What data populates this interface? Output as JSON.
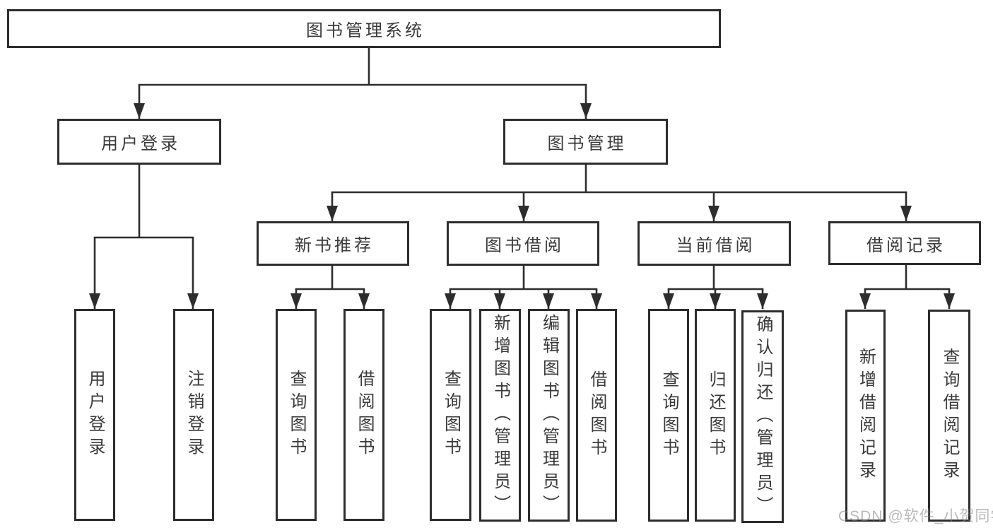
{
  "colors": {
    "background": "#ffffff",
    "line": "#2d2d2d",
    "box_border": "#2d2d2d",
    "text": "#3a3a3a",
    "watermark": "#b5b5b5"
  },
  "nodes": {
    "root": "图书管理系统",
    "user_login": "用户登录",
    "book_management": "图书管理",
    "new_book_recommend": "新书推荐",
    "book_borrowing": "图书借阅",
    "current_borrowing": "当前借阅",
    "borrowing_records": "借阅记录",
    "leaves": {
      "user_login": [
        "用户登录",
        "注销登录"
      ],
      "new_book_recommend": [
        "查询图书",
        "借阅图书"
      ],
      "book_borrowing": [
        "查询图书",
        "新增图书（管理员）",
        "编辑图书（管理员）",
        "借阅图书"
      ],
      "current_borrowing": [
        "查询图书",
        "归还图书",
        "确认归还（管理员）"
      ],
      "borrowing_records": [
        "新增借阅记录",
        "查询借阅记录"
      ]
    }
  },
  "watermark": "CSDN @软件_小贺同学"
}
